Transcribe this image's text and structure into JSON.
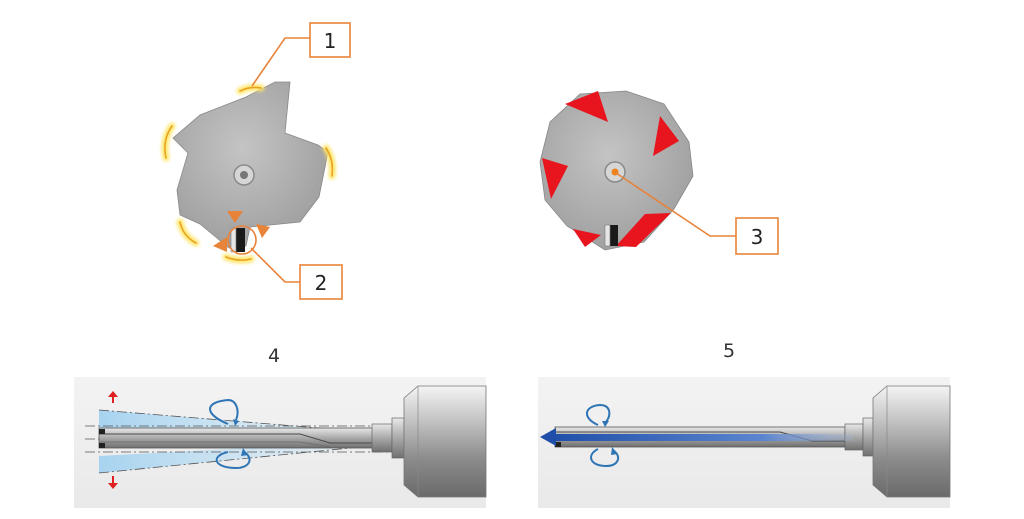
{
  "labels": {
    "callout_1": "1",
    "callout_2": "2",
    "callout_3": "3",
    "panel_4": "4",
    "panel_5": "5"
  },
  "icons": {
    "rotation_arrow": "rotation-arrow-icon",
    "deflection_arrow": "deflection-arrow-icon",
    "feed_arrow": "feed-arrow-icon"
  },
  "colors": {
    "callout": "#e8833a",
    "highlight": "#ffe566",
    "cutting_edge": "#e8141e",
    "tool_gray": "#a6a6a6",
    "rotation": "#2f75b5",
    "deflection": "#e02020",
    "coolant": "#2554a8"
  }
}
